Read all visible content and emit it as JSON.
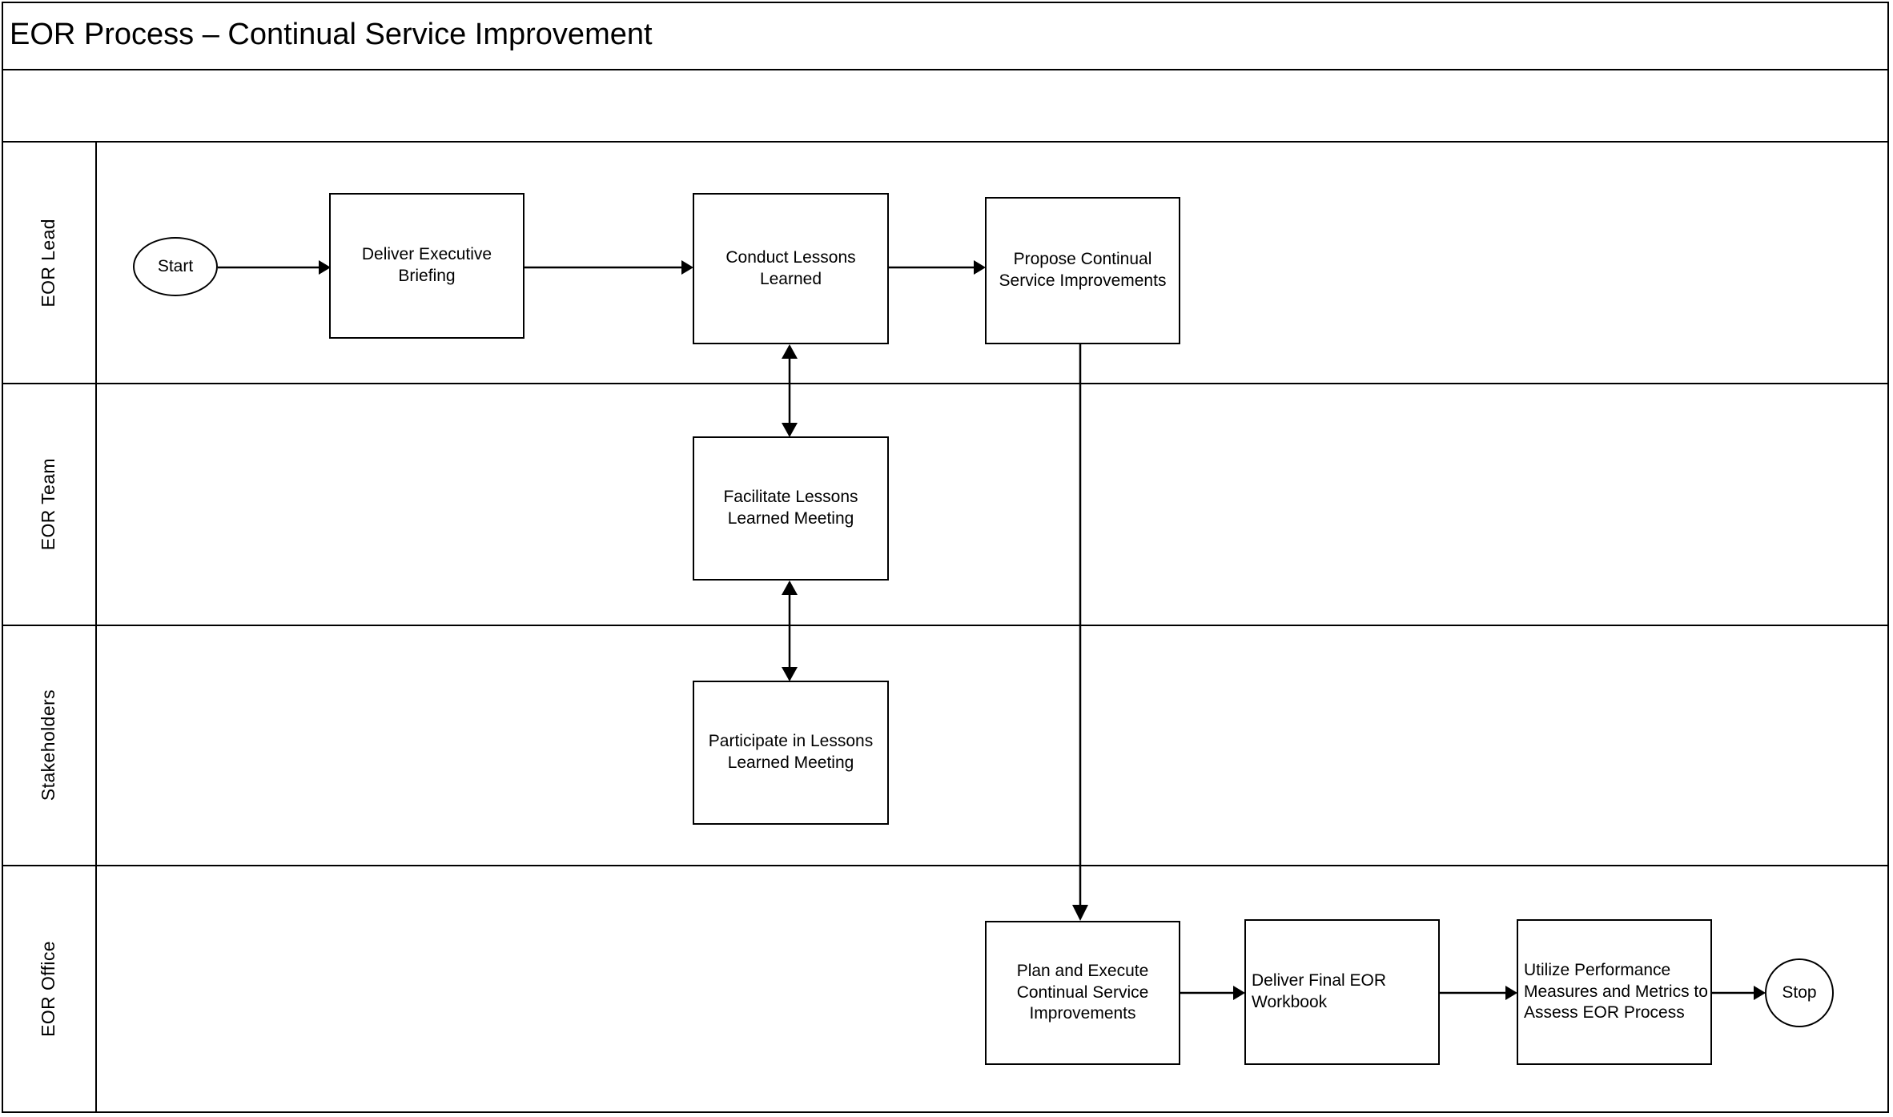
{
  "diagram": {
    "title": "EOR Process – Continual Service Improvement",
    "type": "swimlane-flowchart",
    "colors": {
      "stroke": "#000000",
      "background": "#ffffff",
      "text": "#000000"
    }
  },
  "lanes": [
    {
      "id": "eor-lead",
      "label": "EOR Lead",
      "nodes": [
        {
          "id": "start",
          "label": "Start",
          "shape": "terminator"
        },
        {
          "id": "deliver-exec-briefing",
          "label": "Deliver Executive Briefing",
          "shape": "process"
        },
        {
          "id": "conduct-lessons-learned",
          "label": "Conduct Lessons Learned",
          "shape": "process"
        },
        {
          "id": "propose-csi",
          "label": "Propose Continual Service Improvements",
          "shape": "process"
        }
      ]
    },
    {
      "id": "eor-team",
      "label": "EOR Team",
      "nodes": [
        {
          "id": "facilitate-ll-meeting",
          "label": "Facilitate Lessons Learned Meeting",
          "shape": "process"
        }
      ]
    },
    {
      "id": "stakeholders",
      "label": "Stakeholders",
      "nodes": [
        {
          "id": "participate-ll-meeting",
          "label": "Participate in Lessons Learned Meeting",
          "shape": "process"
        }
      ]
    },
    {
      "id": "eor-office",
      "label": "EOR Office",
      "nodes": [
        {
          "id": "plan-execute-csi",
          "label": "Plan and Execute Continual Service Improvements",
          "shape": "process"
        },
        {
          "id": "deliver-final-workbook",
          "label": "Deliver Final EOR Workbook",
          "shape": "process"
        },
        {
          "id": "utilize-performance-measures",
          "label": "Utilize Performance Measures and Metrics to Assess EOR Process",
          "shape": "process"
        },
        {
          "id": "stop",
          "label": "Stop",
          "shape": "terminator"
        }
      ]
    }
  ],
  "connectors": [
    {
      "id": "start-to-briefing",
      "from": "start",
      "to": "deliver-exec-briefing",
      "direction": "one-way"
    },
    {
      "id": "briefing-to-conduct",
      "from": "deliver-exec-briefing",
      "to": "conduct-lessons-learned",
      "direction": "one-way"
    },
    {
      "id": "conduct-to-propose",
      "from": "conduct-lessons-learned",
      "to": "propose-csi",
      "direction": "one-way"
    },
    {
      "id": "conduct-facilitate",
      "from": "conduct-lessons-learned",
      "to": "facilitate-ll-meeting",
      "direction": "two-way"
    },
    {
      "id": "facilitate-participate",
      "from": "facilitate-ll-meeting",
      "to": "participate-ll-meeting",
      "direction": "two-way"
    },
    {
      "id": "propose-to-plan",
      "from": "propose-csi",
      "to": "plan-execute-csi",
      "direction": "one-way"
    },
    {
      "id": "plan-to-workbook",
      "from": "plan-execute-csi",
      "to": "deliver-final-workbook",
      "direction": "one-way"
    },
    {
      "id": "workbook-to-utilize",
      "from": "deliver-final-workbook",
      "to": "utilize-performance-measures",
      "direction": "one-way"
    },
    {
      "id": "utilize-to-stop",
      "from": "utilize-performance-measures",
      "to": "stop",
      "direction": "one-way"
    }
  ]
}
